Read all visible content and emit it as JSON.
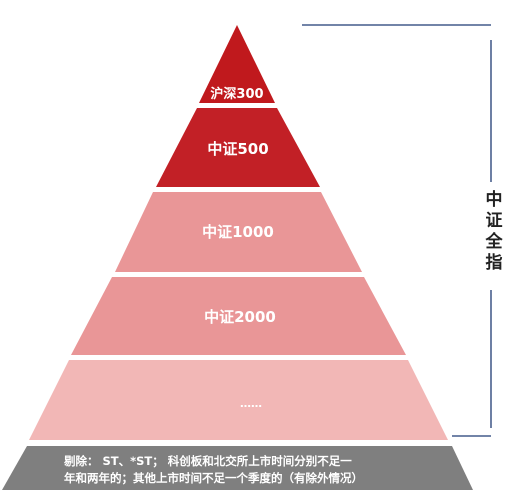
{
  "pyramid": {
    "tiers": [
      {
        "label": "沪深300",
        "color": "#c0191d"
      },
      {
        "label": "中证500",
        "color": "#c22026"
      },
      {
        "label": "中证1000",
        "color": "#e99697"
      },
      {
        "label": "中证2000",
        "color": "#e99697"
      },
      {
        "label": "……",
        "color": "#f2b7b6"
      }
    ],
    "base_color": "#7f7f7f"
  },
  "side_label": {
    "chars": [
      "中",
      "证",
      "全",
      "指"
    ],
    "line_color": "#1f3b73"
  },
  "footnote": {
    "line1": "剔除：  ST、*ST；  科创板和北交所上市时间分别不足一",
    "line2": "年和两年的；其他上市时间不足一个季度的（有除外情况）"
  }
}
